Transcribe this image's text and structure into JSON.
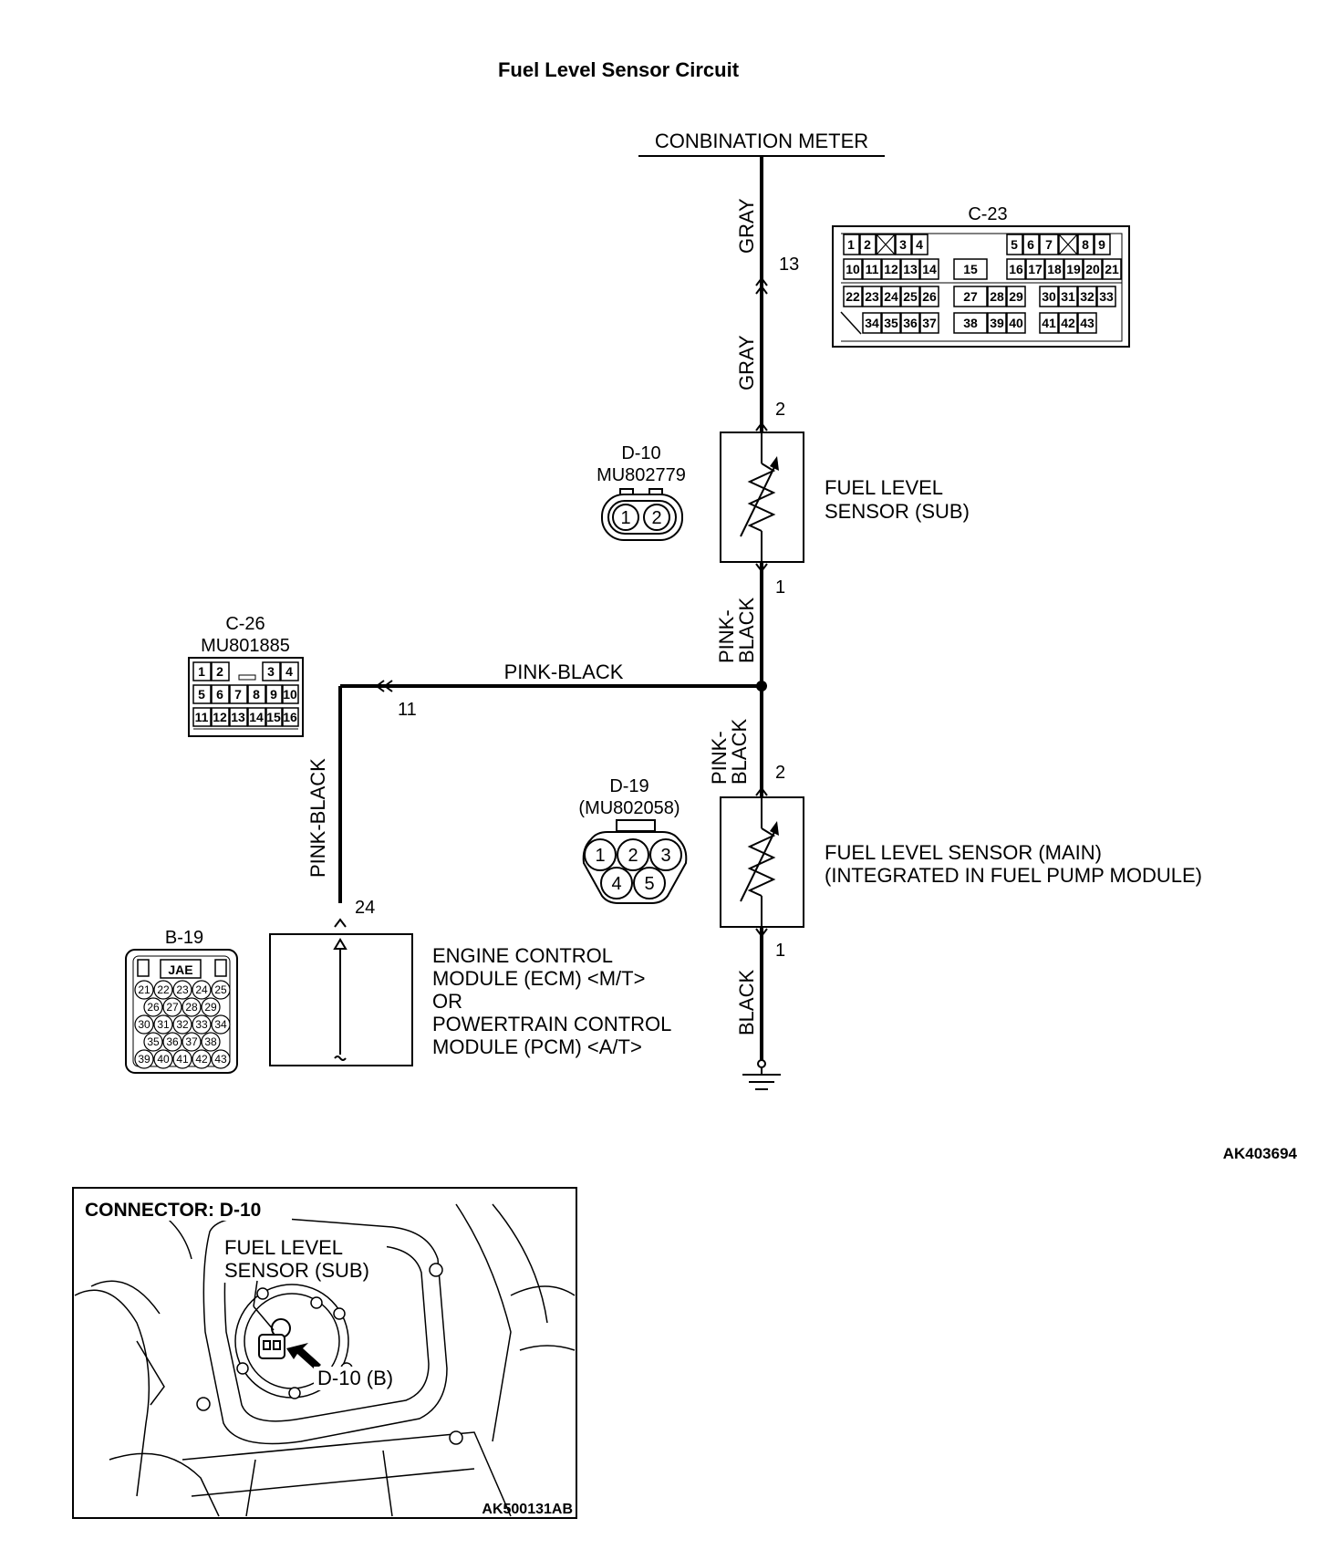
{
  "title": "Fuel Level Sensor Circuit",
  "figure_id": "AK403694",
  "combination_meter": "CONBINATION METER",
  "wires": {
    "gray_upper": "GRAY",
    "gray_lower": "GRAY",
    "pink_black_a": "PINK-",
    "pink_black_b": "BLACK",
    "pink_black_c": "PINK-",
    "pink_black_d": "BLACK",
    "pink_black_horizontal": "PINK-BLACK",
    "pink_black_vertical": "PINK-BLACK",
    "black": "BLACK"
  },
  "pins": {
    "p13": "13",
    "sub_top": "2",
    "sub_bottom": "1",
    "p11": "11",
    "main_top": "2",
    "main_bottom": "1",
    "p24": "24"
  },
  "components": {
    "sub_sensor_line1": "FUEL LEVEL",
    "sub_sensor_line2": "SENSOR (SUB)",
    "main_sensor_line1": "FUEL LEVEL SENSOR (MAIN)",
    "main_sensor_line2": "(INTEGRATED IN FUEL PUMP MODULE)",
    "ecm_line1": "ENGINE CONTROL",
    "ecm_line2": "MODULE (ECM) <M/T>",
    "ecm_line3": "OR",
    "ecm_line4": "POWERTRAIN CONTROL",
    "ecm_line5": "MODULE (PCM) <A/T>"
  },
  "connectors": {
    "c23": {
      "id": "C-23",
      "rows": [
        [
          "1",
          "2",
          "",
          "3",
          "4",
          "5",
          "6",
          "7",
          "",
          "8",
          "9"
        ],
        [
          "10",
          "11",
          "12",
          "13",
          "14",
          "15",
          "16",
          "17",
          "18",
          "19",
          "20",
          "21"
        ],
        [
          "22",
          "23",
          "24",
          "25",
          "26",
          "27",
          "28",
          "29",
          "30",
          "31",
          "32",
          "33"
        ],
        [
          "34",
          "35",
          "36",
          "37",
          "38",
          "39",
          "40",
          "41",
          "42",
          "43"
        ]
      ]
    },
    "d10": {
      "id": "D-10",
      "part": "MU802779",
      "pins": [
        "1",
        "2"
      ]
    },
    "c26": {
      "id": "C-26",
      "part": "MU801885",
      "rows": [
        [
          "1",
          "2",
          "3",
          "4"
        ],
        [
          "5",
          "6",
          "7",
          "8",
          "9",
          "10"
        ],
        [
          "11",
          "12",
          "13",
          "14",
          "15",
          "16"
        ]
      ]
    },
    "d19": {
      "id": "D-19",
      "part": "(MU802058)",
      "pins": [
        "1",
        "2",
        "3",
        "4",
        "5"
      ]
    },
    "b19": {
      "id": "B-19",
      "brand": "JAE",
      "rows": [
        [
          "21",
          "22",
          "23",
          "24",
          "25"
        ],
        [
          "26",
          "27",
          "28",
          "29"
        ],
        [
          "30",
          "31",
          "32",
          "33",
          "34"
        ],
        [
          "35",
          "36",
          "37",
          "38"
        ],
        [
          "39",
          "40",
          "41",
          "42",
          "43"
        ]
      ]
    }
  },
  "location": {
    "title": "CONNECTOR: D-10",
    "label_line1": "FUEL LEVEL",
    "label_line2": "SENSOR (SUB)",
    "pointer": "D-10 (B)",
    "figure_id": "AK500131AB"
  }
}
